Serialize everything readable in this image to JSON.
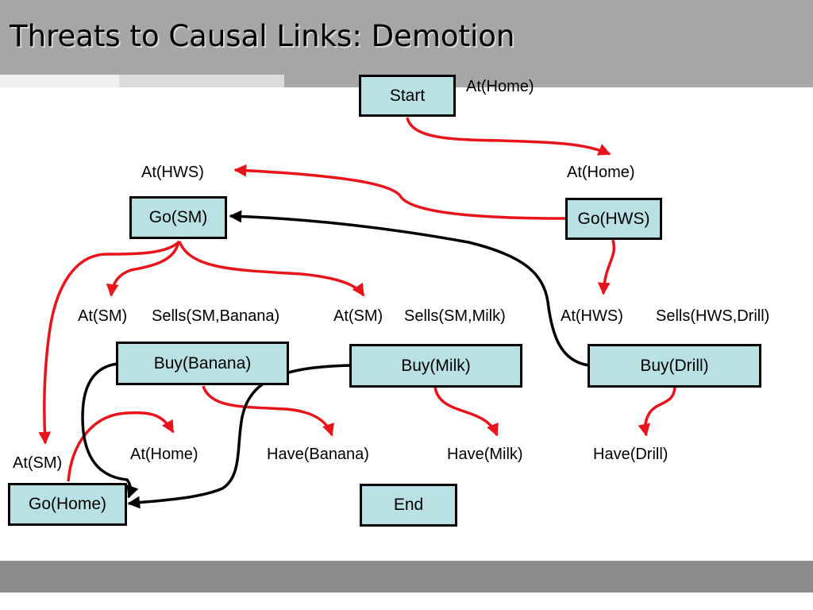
{
  "slide": {
    "title": "Threats to Causal Links: Demotion"
  },
  "nodes": {
    "start": "Start",
    "go_sm": "Go(SM)",
    "go_hws": "Go(HWS)",
    "buy_banana": "Buy(Banana)",
    "buy_milk": "Buy(Milk)",
    "buy_drill": "Buy(Drill)",
    "go_home": "Go(Home)",
    "end": "End"
  },
  "labels": {
    "start_effect": "At(Home)",
    "go_sm_precondition": "At(HWS)",
    "go_hws_precondition": "At(Home)",
    "buy_banana_pre_at": "At(SM)",
    "buy_banana_pre_sells": "Sells(SM,Banana)",
    "buy_milk_pre_at": "At(SM)",
    "buy_milk_pre_sells": "Sells(SM,Milk)",
    "buy_drill_pre_at": "At(HWS)",
    "buy_drill_pre_sells": "Sells(HWS,Drill)",
    "go_home_pre_at": "At(SM)",
    "end_pre_home": "At(Home)",
    "end_pre_banana": "Have(Banana)",
    "end_pre_milk": "Have(Milk)",
    "end_pre_drill": "Have(Drill)"
  },
  "colors": {
    "causal_link": "#e8141c",
    "ordering_link": "#000000",
    "node_fill": "#b9e1e3",
    "header_gray": "#a6a6a6",
    "footer_gray": "#8c8c8c"
  }
}
